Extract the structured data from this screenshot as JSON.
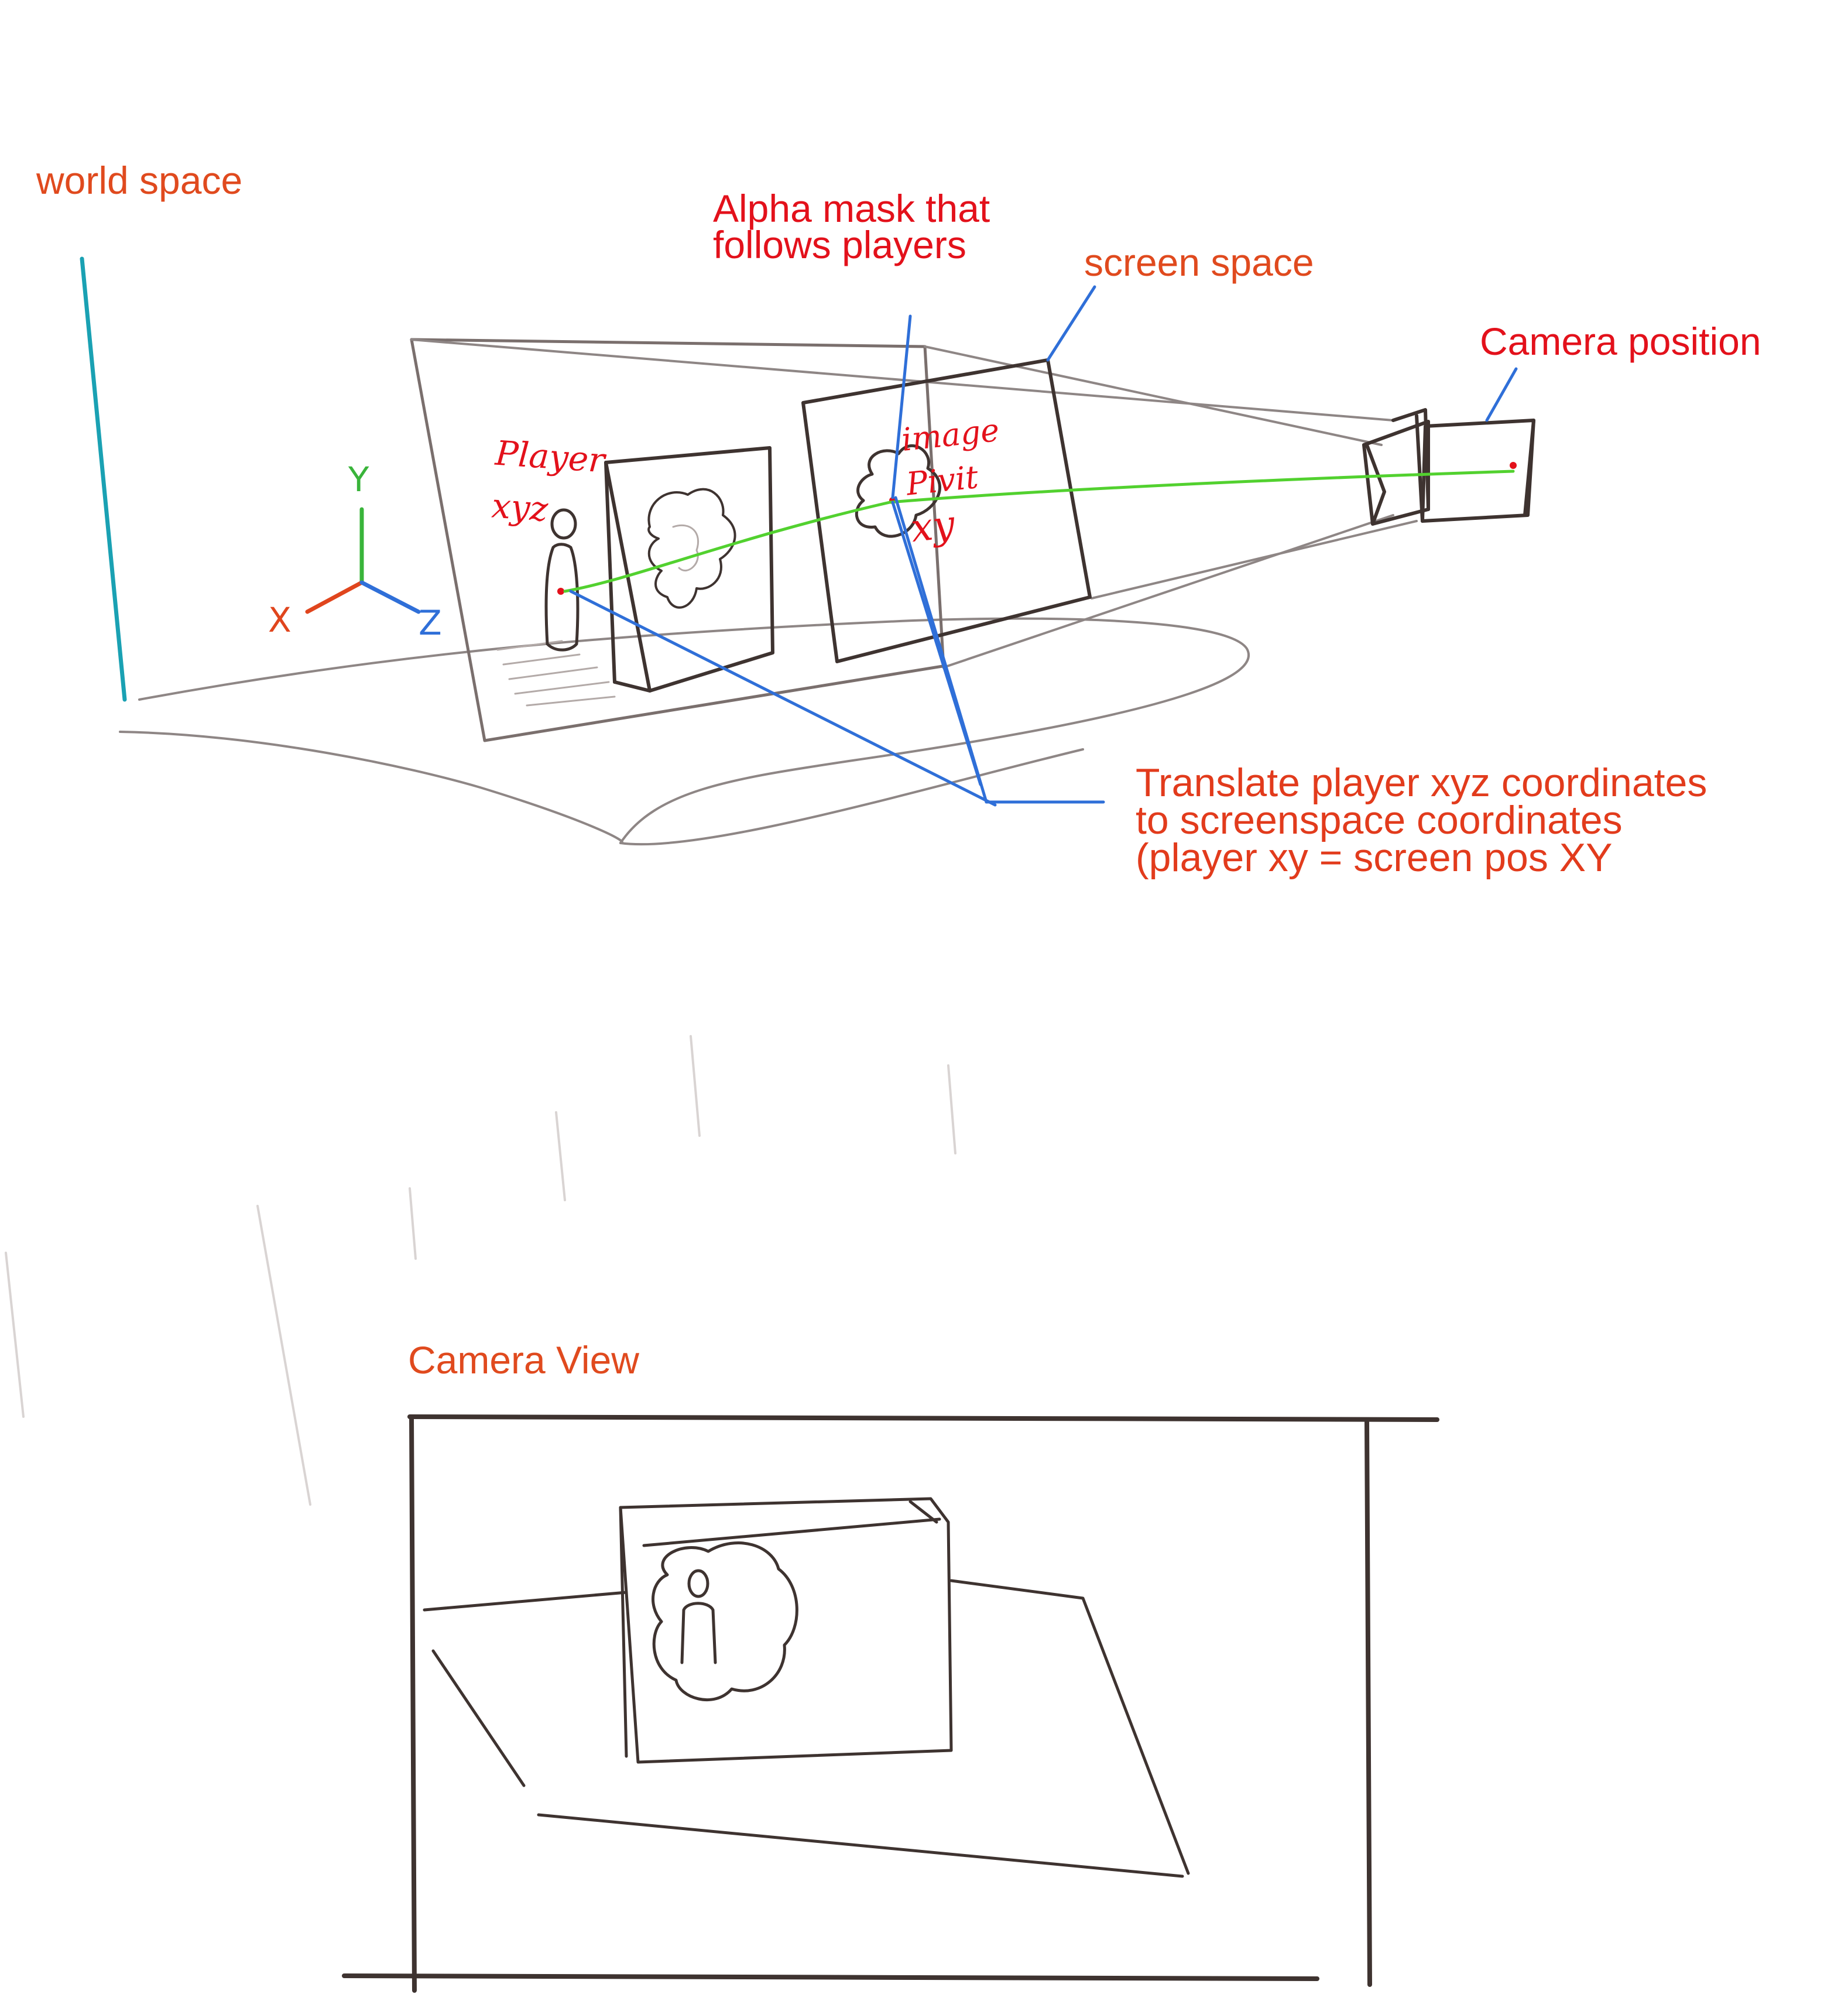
{
  "labels": {
    "world_space": "world space",
    "alpha_mask": [
      "Alpha mask that",
      "follows players"
    ],
    "screen_space": "screen space",
    "camera_position": "Camera position",
    "player_xyz": [
      "Player",
      "xyz"
    ],
    "image_pivot": [
      "image",
      "Pivit",
      "xy"
    ],
    "translate": [
      "Translate player xyz coordinates",
      "to screenspace coordinates",
      "(player xy = screen pos XY"
    ],
    "camera_view": "Camera View"
  },
  "axes": {
    "x": "X",
    "y": "Y",
    "z": "Z"
  },
  "colors": {
    "label_orange": "#e04a1e",
    "label_red": "#e3111b",
    "pencil": "#3e3330",
    "pencil_light": "#8e8685",
    "leader_blue": "#2f6fd8",
    "trace_green": "#52d12f",
    "world_space_bar": "#1aa1b3",
    "axis_x": "#e0451d",
    "axis_y": "#39b43a",
    "axis_z": "#2f6fd8"
  }
}
